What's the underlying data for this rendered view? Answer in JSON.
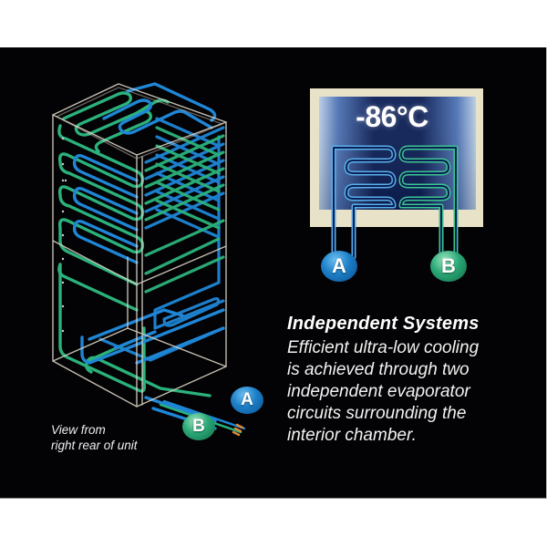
{
  "heading": "Independent Systems",
  "body_lines": [
    "Efficient ultra-low cooling",
    "is achieved through two",
    "independent evaporator",
    "circuits surrounding the",
    "interior chamber."
  ],
  "view_note_lines": [
    "View from",
    "right rear of unit"
  ],
  "inset": {
    "temperature": "-86°C",
    "circuit_a_label": "A",
    "circuit_b_label": "B"
  },
  "cabinet": {
    "circuit_a_label": "A",
    "circuit_b_label": "B"
  },
  "colors": {
    "background": "#030204",
    "circuit_a": "#1f86d6",
    "circuit_b": "#2bb27c",
    "frame": "#d8d2c2",
    "inset_frame": "#e8e2c8",
    "inset_chamber": "#0f2f6e"
  }
}
